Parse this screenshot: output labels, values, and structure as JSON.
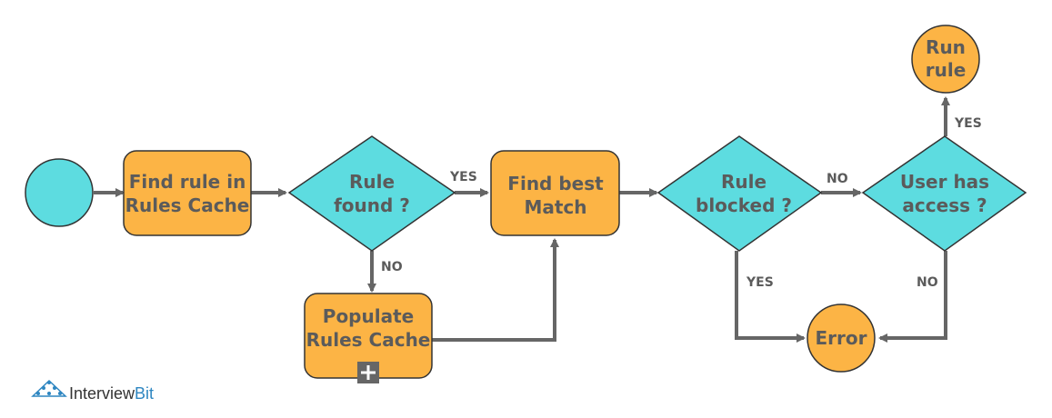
{
  "colors": {
    "process": "#fcb445",
    "decision": "#5ddce0",
    "stroke": "#333333",
    "edge": "#666666",
    "text": "#5b5b5b",
    "plus_box": "#666666",
    "brand_dark": "#333333",
    "brand_blue": "#2e86c1"
  },
  "nodes": {
    "start": {
      "label": ""
    },
    "find_rule": {
      "line1": "Find rule in",
      "line2": "Rules Cache"
    },
    "rule_found": {
      "line1": "Rule",
      "line2": "found ?"
    },
    "find_best": {
      "line1": "Find best",
      "line2": "Match"
    },
    "populate": {
      "line1": "Populate",
      "line2": "Rules Cache",
      "expand_icon": "plus-icon"
    },
    "rule_blocked": {
      "line1": "Rule",
      "line2": "blocked ?"
    },
    "user_access": {
      "line1": "User has",
      "line2": "access ?"
    },
    "run_rule": {
      "line1": "Run",
      "line2": "rule"
    },
    "error": {
      "label": "Error"
    }
  },
  "edges": {
    "found_yes": "YES",
    "found_no": "NO",
    "blocked_no": "NO",
    "blocked_yes": "YES",
    "access_yes": "YES",
    "access_no": "NO"
  },
  "brand": {
    "name_part1": "Interview",
    "name_part2": "Bit",
    "logo_icon": "diamond-grid-logo-icon"
  }
}
